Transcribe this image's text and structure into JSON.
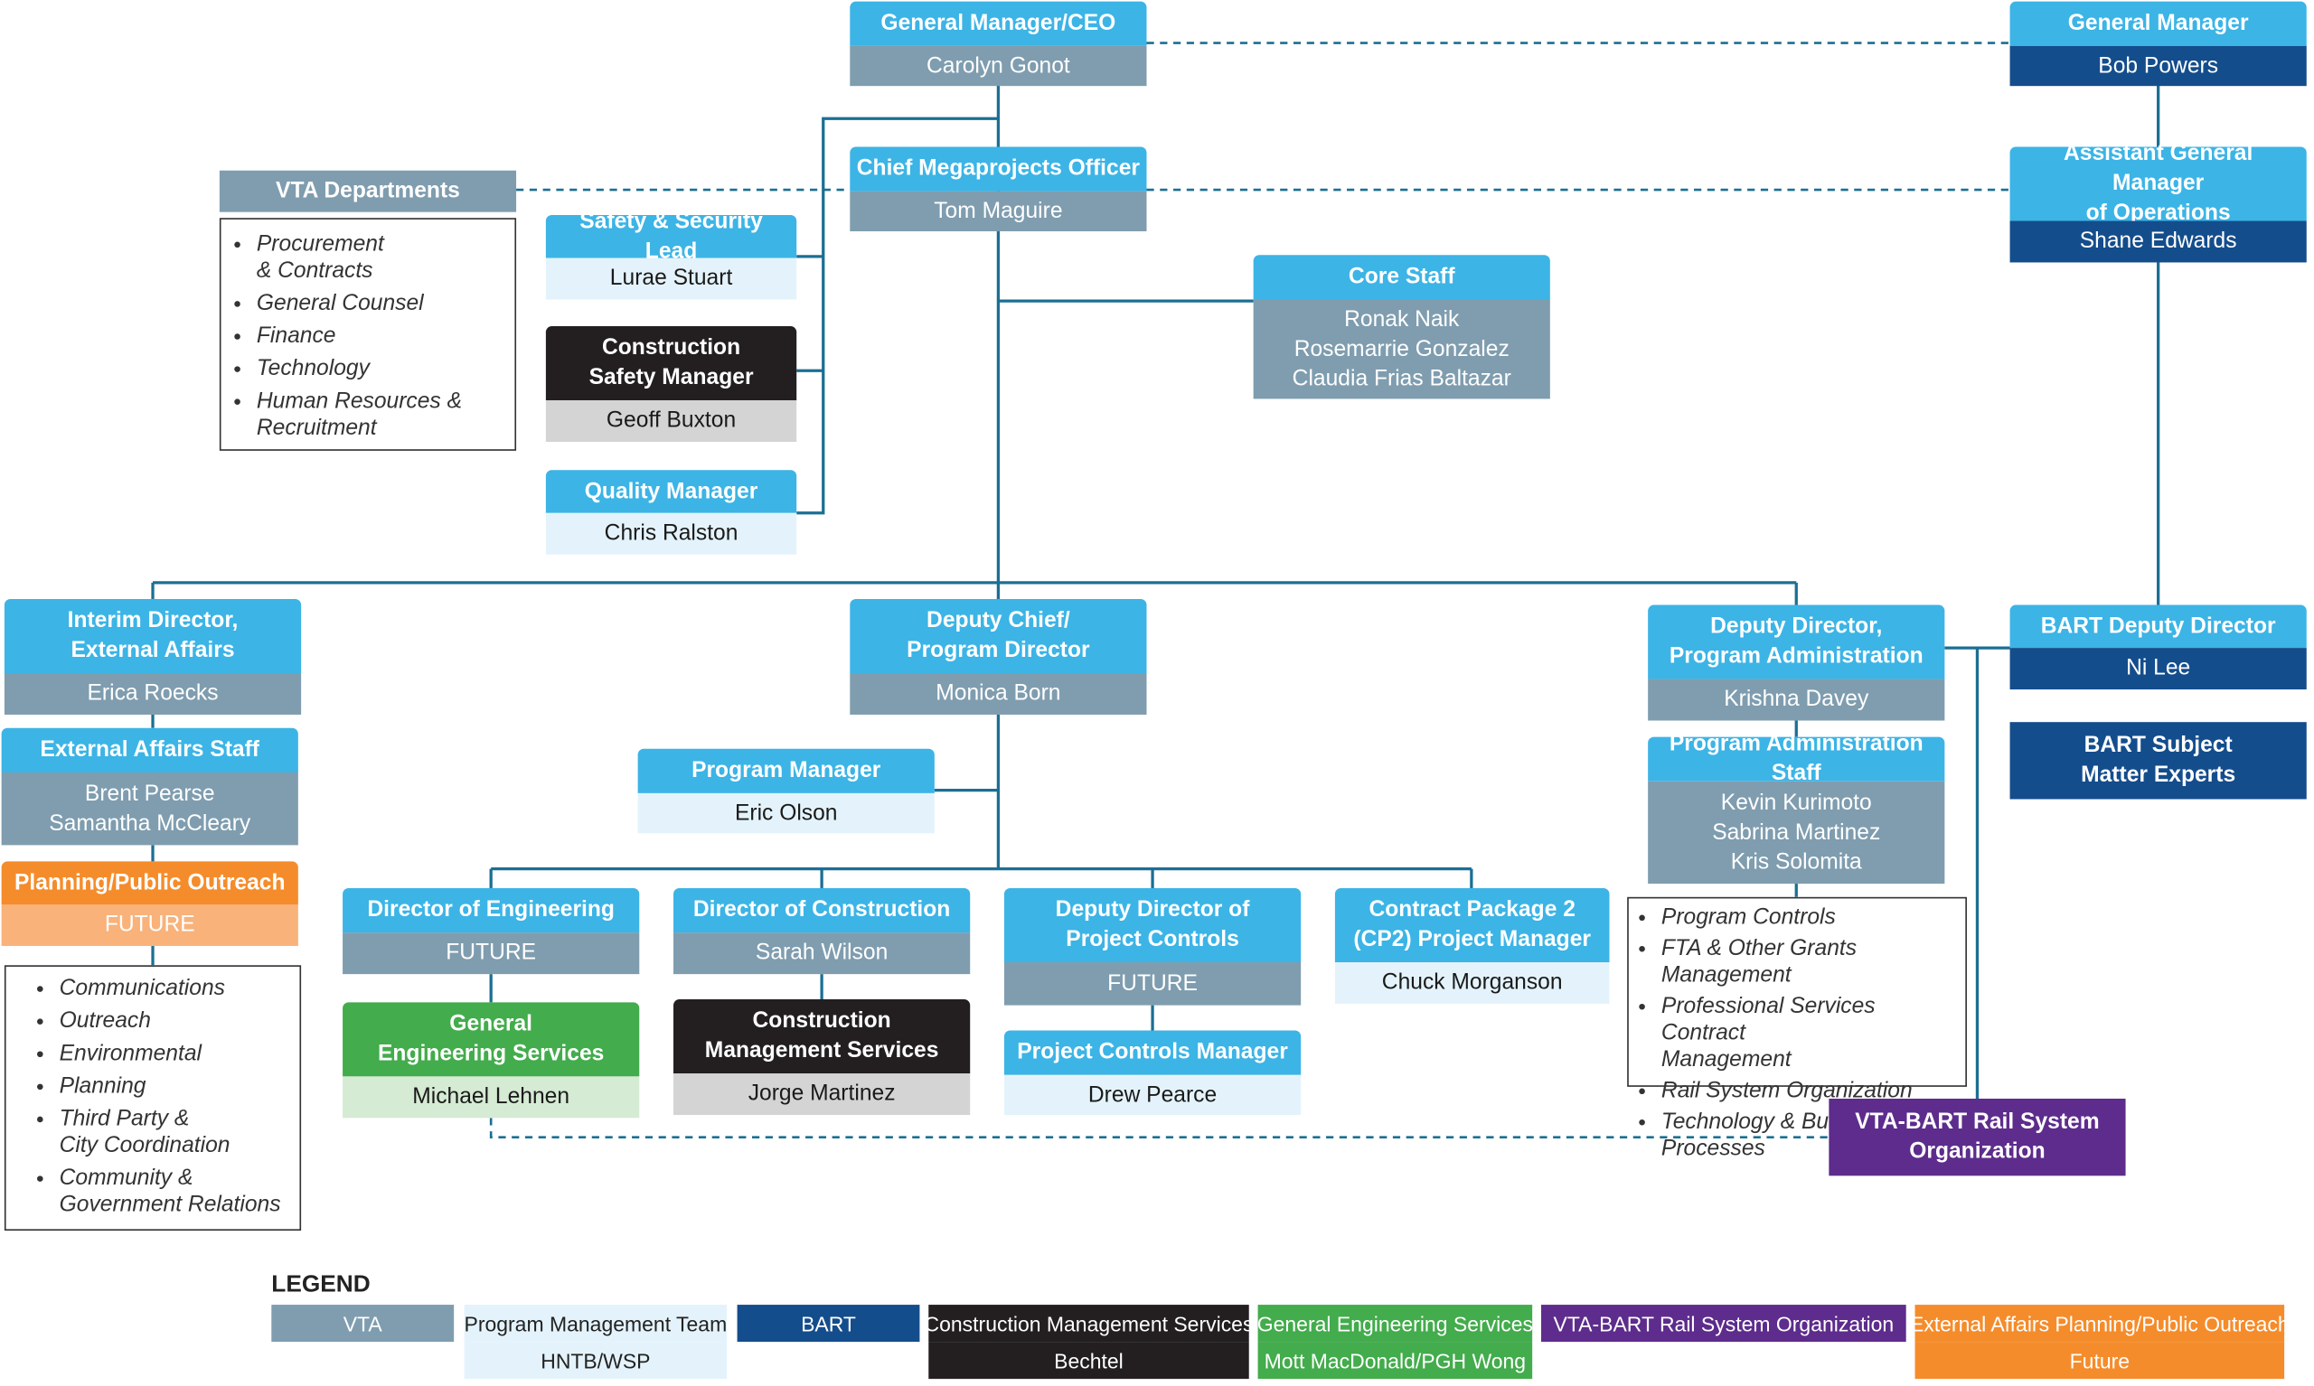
{
  "nodes": {
    "ceo": {
      "title": "General Manager/CEO",
      "names": [
        "Carolyn Gonot"
      ]
    },
    "bart_gm": {
      "title": "General Manager",
      "names": [
        "Bob Powers"
      ]
    },
    "cmo": {
      "title": "Chief Megaprojects Officer",
      "names": [
        "Tom Maguire"
      ]
    },
    "vta_depts": {
      "title": "VTA Departments"
    },
    "agm_ops": {
      "title": "Assistant General Manager\nof Operations",
      "names": [
        "Shane Edwards"
      ]
    },
    "safety_lead": {
      "title": "Safety & Security Lead",
      "names": [
        "Lurae Stuart"
      ]
    },
    "const_safety": {
      "title": "Construction\nSafety Manager",
      "names": [
        "Geoff Buxton"
      ]
    },
    "quality": {
      "title": "Quality Manager",
      "names": [
        "Chris Ralston"
      ]
    },
    "core_staff": {
      "title": "Core Staff",
      "names": [
        "Ronak Naik",
        "Rosemarrie Gonzalez",
        "Claudia Frias Baltazar"
      ]
    },
    "ext_affairs": {
      "title": "Interim Director,\nExternal Affairs",
      "names": [
        "Erica Roecks"
      ]
    },
    "ext_staff": {
      "title": "External Affairs Staff",
      "names": [
        "Brent Pearse",
        "Samantha McCleary"
      ]
    },
    "planning": {
      "title": "Planning/Public Outreach",
      "names": [
        "FUTURE"
      ]
    },
    "deputy_chief": {
      "title": "Deputy Chief/\nProgram Director",
      "names": [
        "Monica Born"
      ]
    },
    "program_mgr": {
      "title": "Program Manager",
      "names": [
        "Eric Olson"
      ]
    },
    "dir_eng": {
      "title": "Director of Engineering",
      "names": [
        "FUTURE"
      ]
    },
    "dir_const": {
      "title": "Director of Construction",
      "names": [
        "Sarah Wilson"
      ]
    },
    "dep_controls": {
      "title": "Deputy Director of\nProject Controls",
      "names": [
        "FUTURE"
      ]
    },
    "cp2": {
      "title": "Contract Package 2\n(CP2) Project Manager",
      "names": [
        "Chuck Morganson"
      ]
    },
    "ges": {
      "title": "General\nEngineering Services",
      "names": [
        "Michael Lehnen"
      ]
    },
    "cms": {
      "title": "Construction\nManagement Services",
      "names": [
        "Jorge Martinez"
      ]
    },
    "pcm": {
      "title": "Project Controls Manager",
      "names": [
        "Drew Pearce"
      ]
    },
    "dep_admin": {
      "title": "Deputy Director,\nProgram Administration",
      "names": [
        "Krishna Davey"
      ]
    },
    "admin_staff": {
      "title": "Program Administration Staff",
      "names": [
        "Kevin Kurimoto",
        "Sabrina Martinez",
        "Kris Solomita"
      ]
    },
    "bart_dd": {
      "title": "BART Deputy Director",
      "names": [
        "Ni Lee"
      ]
    },
    "bart_sme": {
      "title": "BART Subject\nMatter Experts"
    },
    "rail_org": {
      "title": "VTA-BART Rail System\nOrganization"
    }
  },
  "lists": {
    "vta_depts": [
      "Procurement\n& Contracts",
      "General Counsel",
      "Finance",
      "Technology",
      "Human Resources &\nRecruitment"
    ],
    "outreach": [
      "Communications",
      "Outreach",
      "Environmental",
      "Planning",
      "Third Party &\nCity Coordination",
      "Community &\nGovernment Relations"
    ],
    "admin": [
      "Program Controls",
      "FTA & Other Grants Management",
      "Professional Services Contract\nManagement",
      "Rail System Organization",
      "Technology & Business Processes"
    ]
  },
  "legend": {
    "title": "LEGEND",
    "items": [
      {
        "label": "VTA",
        "sub": ""
      },
      {
        "label": "Program Management Team",
        "sub": "HNTB/WSP"
      },
      {
        "label": "BART",
        "sub": ""
      },
      {
        "label": "Construction Management Services",
        "sub": "Bechtel"
      },
      {
        "label": "General Engineering Services",
        "sub": "Mott MacDonald/PGH Wong"
      },
      {
        "label": "VTA-BART Rail System Organization",
        "sub": ""
      },
      {
        "label": "External Affairs Planning/Public Outreach",
        "sub": "Future"
      }
    ]
  },
  "colors": {
    "vta": "#7f9daf",
    "header": "#3cb4e6",
    "program_mgmt": "#e4f3fb",
    "bart": "#144d8c",
    "cms": "#231f20",
    "ges": "#43ac4c",
    "rail": "#5d2c8c",
    "outreach": "#f58c2b"
  }
}
